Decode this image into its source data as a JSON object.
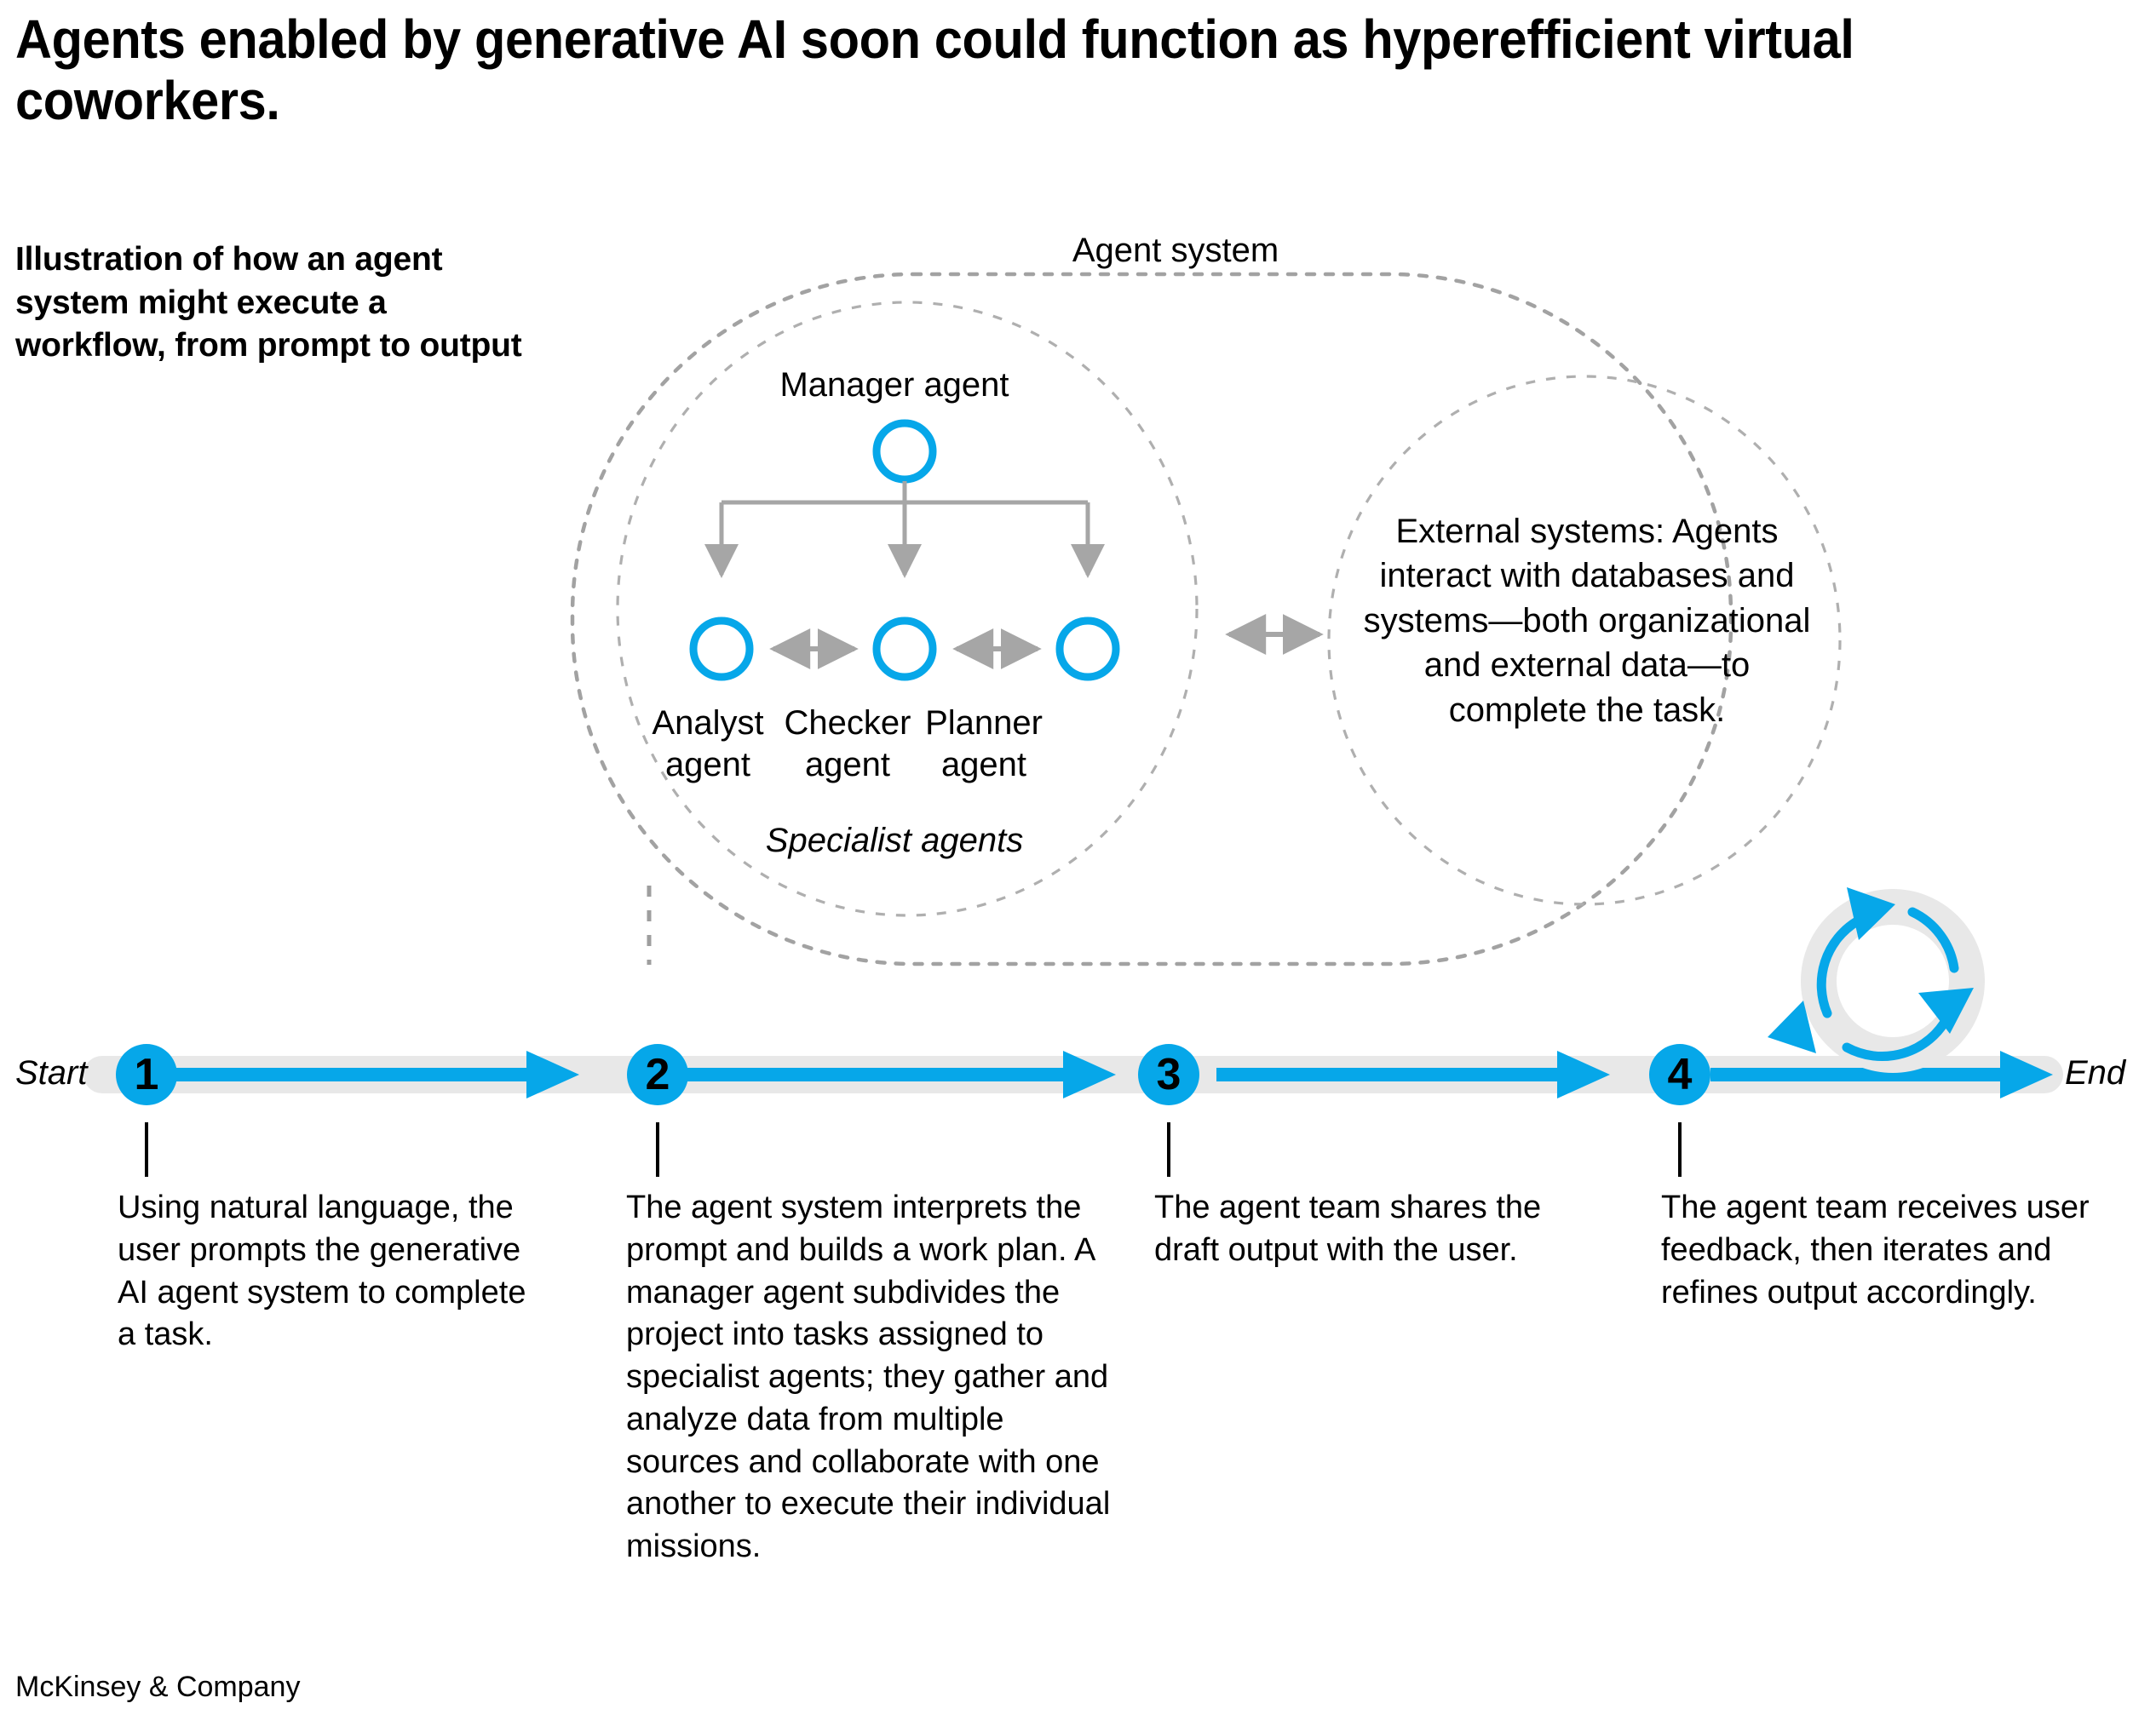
{
  "title": "Agents enabled by generative AI soon could function as hyperefficient virtual coworkers.",
  "subtitle": "Illustration of how an agent system might execute a workflow, from prompt to output",
  "colors": {
    "accent_blue": "#06A7E9",
    "track_gray": "#E8E8E8",
    "connector_gray": "#A6A6A6",
    "dash_gray": "#9E9E9E",
    "text_black": "#000000"
  },
  "diagram": {
    "agent_system_label": "Agent system",
    "manager_label": "Manager agent",
    "specialist_label": "Specialist agents",
    "specialists": [
      {
        "label": "Analyst\nagent"
      },
      {
        "label": "Checker\nagent"
      },
      {
        "label": "Planner\nagent"
      }
    ],
    "specialist_names": [
      "Analyst agent",
      "Checker agent",
      "Planner agent"
    ],
    "external_systems_text": "External systems: Agents interact with databases and systems—both organizational and external data—to complete the task."
  },
  "timeline": {
    "start_label": "Start",
    "end_label": "End",
    "steps": [
      {
        "number": "1",
        "caption": "Using natural language, the user prompts the generative AI agent system to complete a task."
      },
      {
        "number": "2",
        "caption": "The agent system interprets the prompt and builds a work plan. A manager agent subdivides the project into tasks assigned to specialist agents; they gather and analyze data from multiple sources and collaborate with one another to execute their individual missions."
      },
      {
        "number": "3",
        "caption": "The agent team shares the draft output with the user."
      },
      {
        "number": "4",
        "caption": "The agent team receives user feedback, then iterates and refines output accordingly."
      }
    ],
    "loop_icon": "refresh-loop-icon"
  },
  "footer": {
    "brand": "McKinsey & Company"
  }
}
